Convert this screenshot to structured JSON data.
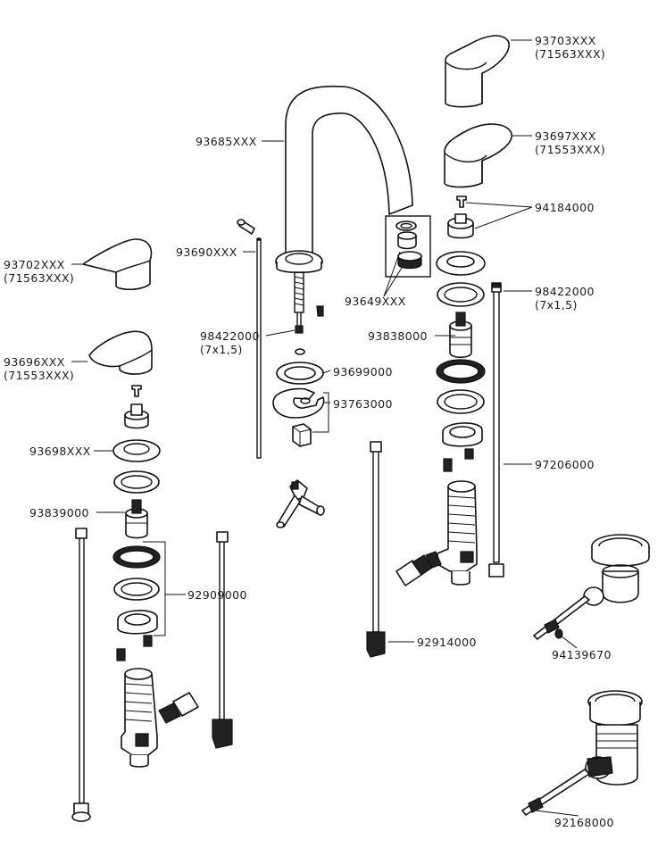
{
  "parts": {
    "p93703": {
      "code": "93703XXX",
      "alt": "(71563XXX)"
    },
    "p93697": {
      "code": "93697XXX",
      "alt": "(71553XXX)"
    },
    "p93685": {
      "code": "93685XXX"
    },
    "p94184": {
      "code": "94184000"
    },
    "p93690": {
      "code": "93690XXX"
    },
    "p93702": {
      "code": "93702XXX",
      "alt": "(71563XXX)"
    },
    "p98422_right": {
      "code": "98422000",
      "alt": "(7x1,5)"
    },
    "p93649": {
      "code": "93649XXX"
    },
    "p98422_mid": {
      "code": "98422000",
      "alt": "(7x1,5)"
    },
    "p93838": {
      "code": "93838000"
    },
    "p93696": {
      "code": "93696XXX",
      "alt": "(71553XXX)"
    },
    "p93699": {
      "code": "93699000"
    },
    "p93763": {
      "code": "93763000"
    },
    "p93698": {
      "code": "93698XXX"
    },
    "p97206": {
      "code": "97206000"
    },
    "p93839": {
      "code": "93839000"
    },
    "p92909": {
      "code": "92909000"
    },
    "p92914": {
      "code": "92914000"
    },
    "p94139": {
      "code": "94139670"
    },
    "p92168": {
      "code": "92168000"
    }
  }
}
